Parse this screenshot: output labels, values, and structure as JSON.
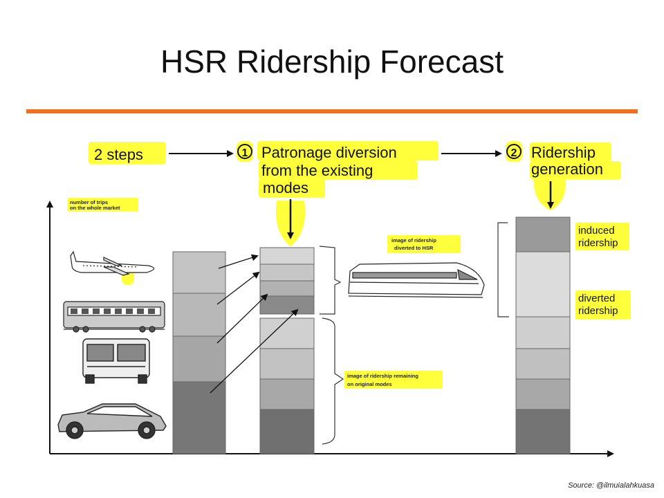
{
  "page": {
    "title": "HSR Ridership Forecast",
    "source": "Source: @ilmuialahkuasa",
    "accent_color": "#f07020",
    "highlight_color": "#ffff3c"
  },
  "steps": {
    "intro": "2 steps",
    "step1_number": "1",
    "step1_line1": "Patronage diversion",
    "step1_line2": "from the existing",
    "step1_line3": "modes",
    "step2_number": "2",
    "step2_line1": "Ridership",
    "step2_line2": "generation"
  },
  "labels": {
    "market_line1": "number of trips",
    "market_line2": "on the whole market",
    "diverted_image_line1": "image of ridership",
    "diverted_image_line2": "diverted to HSR",
    "remaining_image_line1": "image of ridership remaining",
    "remaining_image_line2": "on original modes",
    "induced_line1": "induced",
    "induced_line2": "ridership",
    "diverted_line1": "diverted",
    "diverted_line2": "ridership"
  },
  "icons": [
    "airplane-icon",
    "train-icon",
    "bus-icon",
    "car-icon",
    "hsr-train-icon"
  ]
}
